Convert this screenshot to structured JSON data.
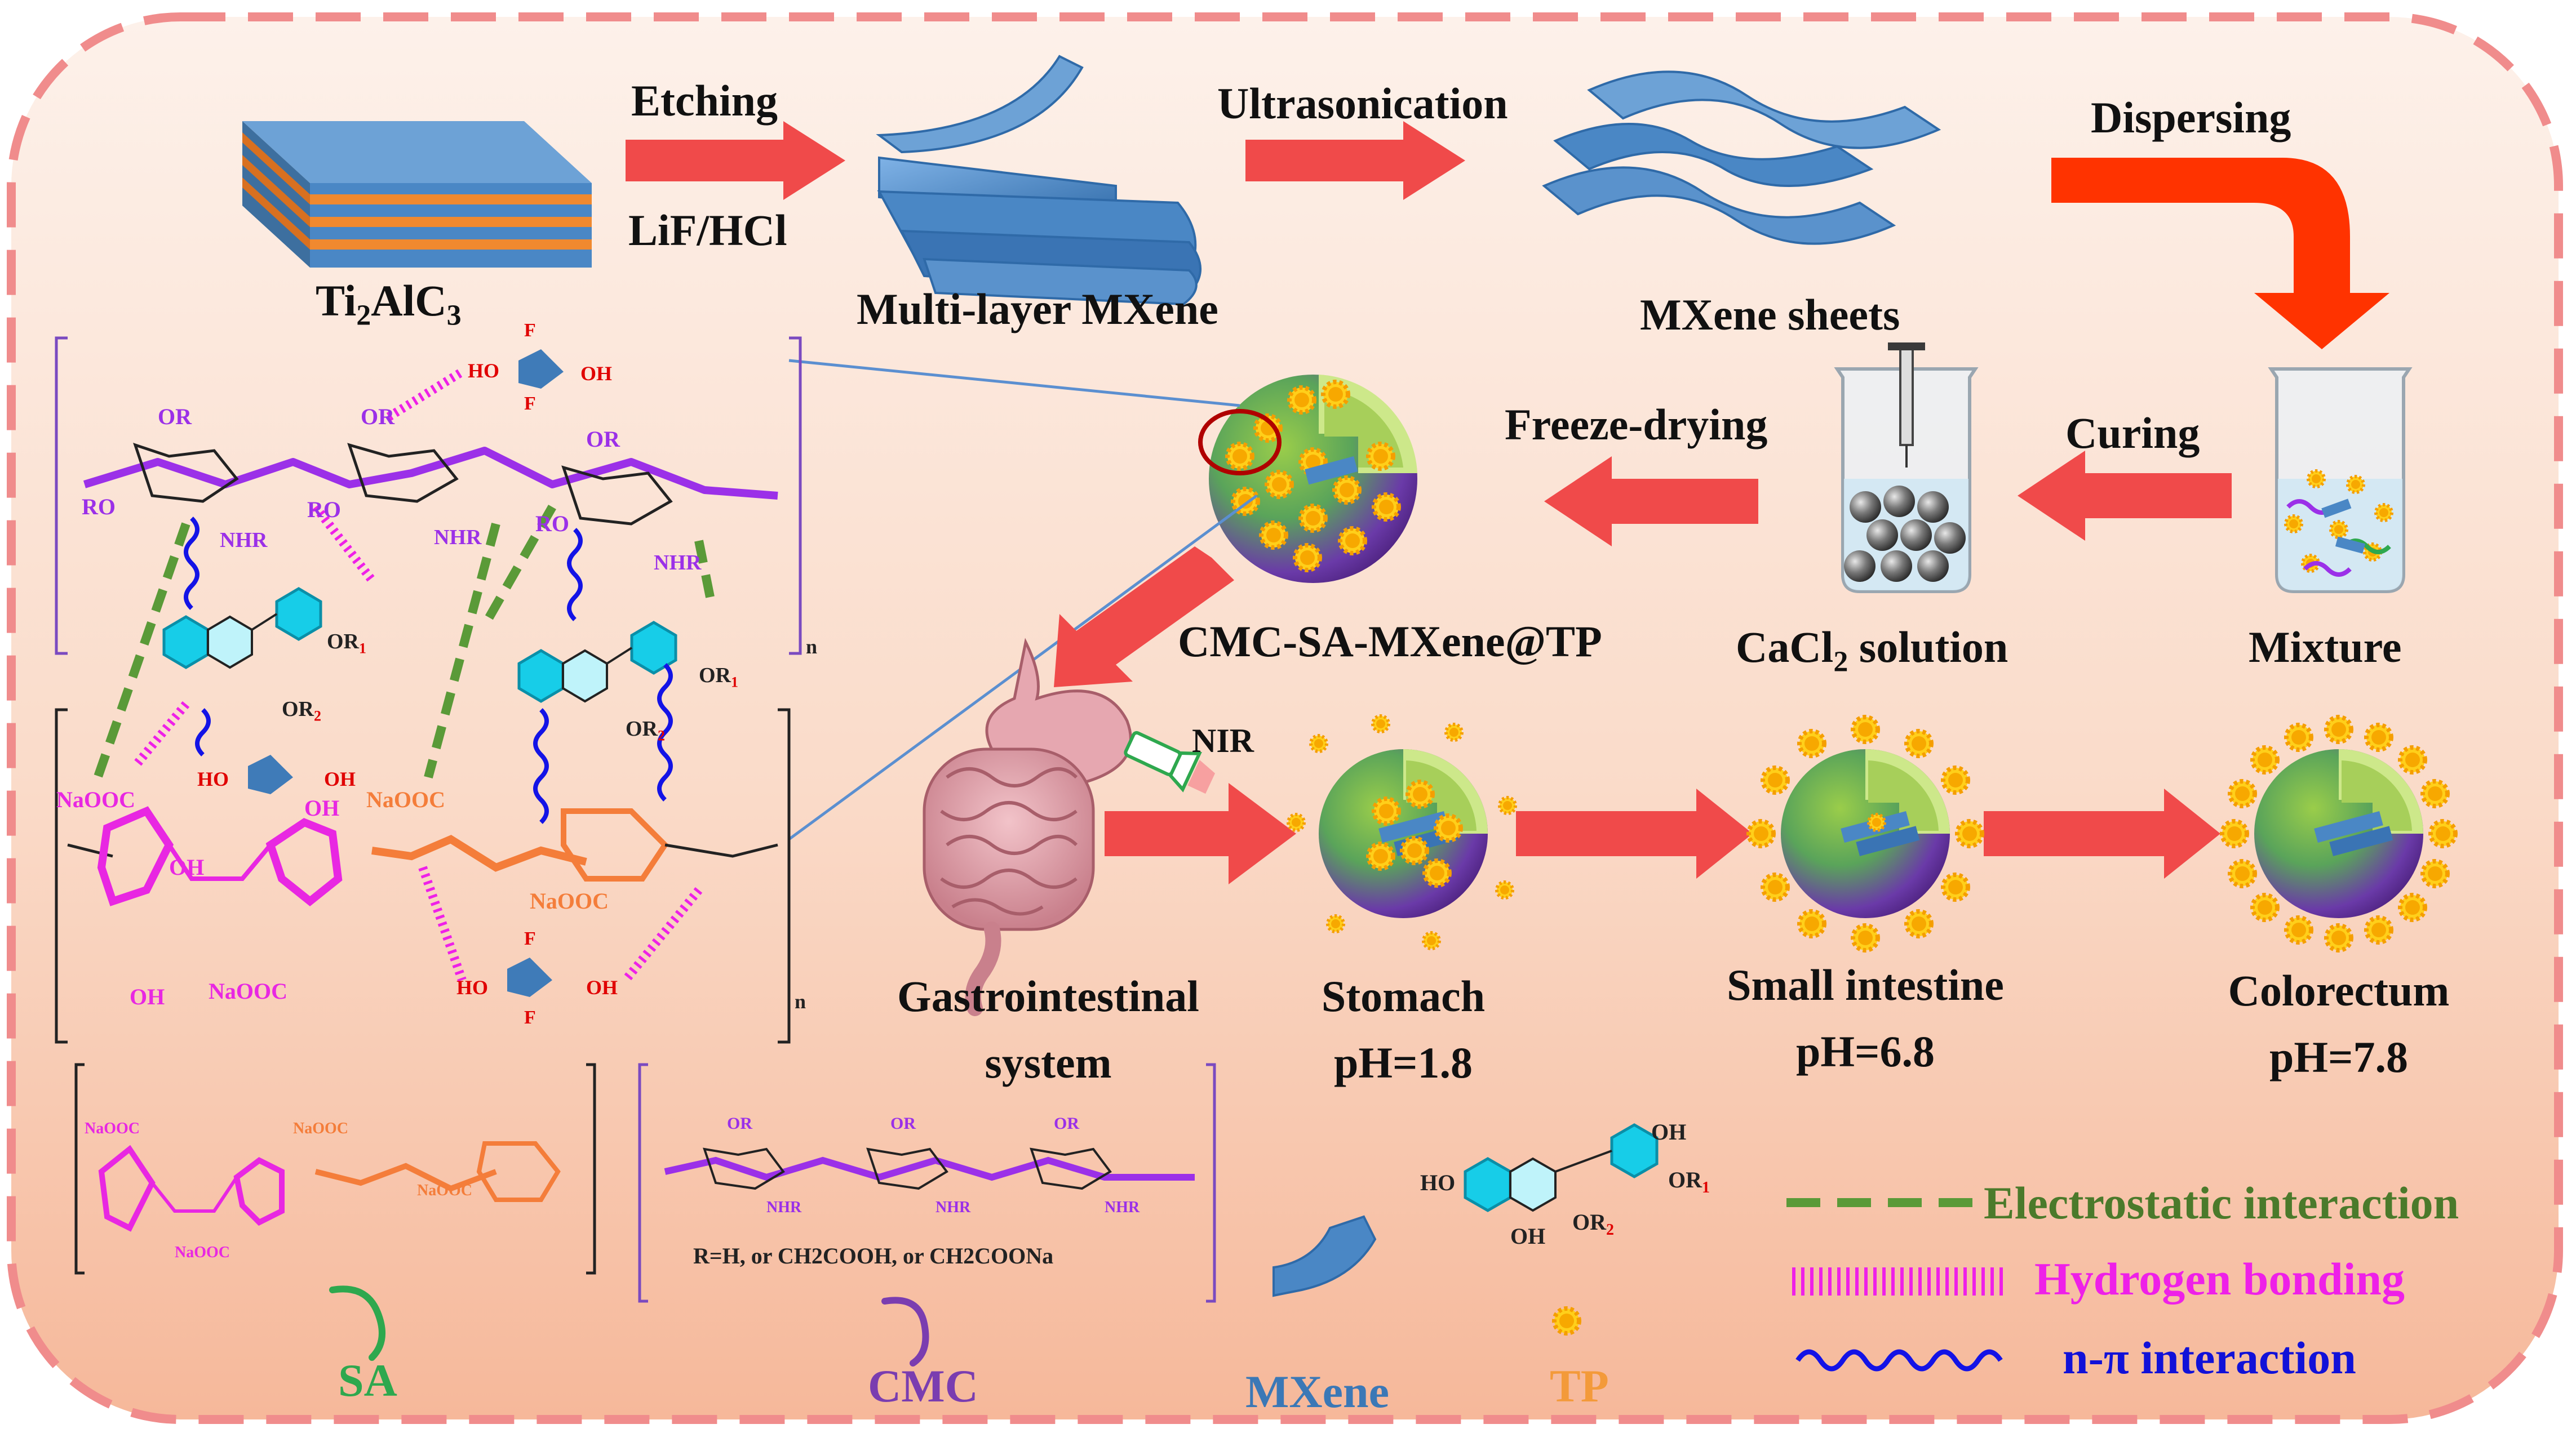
{
  "steps": {
    "ti2alc3": {
      "pre": "Ti",
      "sub1": "2",
      "mid": "AlC",
      "sub2": "3"
    },
    "etching": "Etching",
    "lif_hcl": "LiF/HCl",
    "multilayer": "Multi-layer MXene",
    "ultrasonication": "Ultrasonication",
    "mxene_sheets": "MXene sheets",
    "dispersing": "Dispersing",
    "mixture": "Mixture",
    "curing": "Curing",
    "cacl2": {
      "pre": "CaCl",
      "sub": "2",
      "post": " solution"
    },
    "freeze_drying": "Freeze-drying",
    "product": "CMC-SA-MXene@TP"
  },
  "gi": {
    "system_line1": "Gastrointestinal",
    "system_line2": "system",
    "nir": "NIR",
    "stomach": "Stomach",
    "stomach_ph": "pH=1.8",
    "small_intestine": "Small intestine",
    "small_intestine_ph": "pH=6.8",
    "colorectum": "Colorectum",
    "colorectum_ph": "pH=7.8"
  },
  "chem": {
    "or": "OR",
    "ro": "RO",
    "nhr": "NHR",
    "ho": "HO",
    "oh": "OH",
    "f": "F",
    "naooc": "NaOOC",
    "or1": "OR",
    "r1": "1",
    "or2": "OR",
    "r2": "2",
    "n": "n",
    "r_def": "R=H, or CH2COOH, or CH2COONa"
  },
  "legend": {
    "sa": "SA",
    "cmc": "CMC",
    "mxene": "MXene",
    "tp": "TP",
    "electrostatic": "Electrostatic interaction",
    "hbond": "Hydrogen bonding",
    "npi": "n-π interaction"
  },
  "colors": {
    "border": "#f08c8c",
    "bg_top": "#fdf1ea",
    "bg_bottom": "#f6b89a",
    "arrow": "#f04a4a",
    "arrow_big": "#ff3300",
    "mxene_blue": "#4a87c5",
    "orange_layer": "#f0892f",
    "cmc_purple": "#9b30e8",
    "sa_magenta": "#e827e2",
    "sa_orange": "#f47d3a",
    "flavan_cyan": "#17cde8",
    "green": "#5a9a38",
    "blue_wave": "#1313e6",
    "tp_gold": "#f7b500",
    "legend_sa": "#2ea84e",
    "legend_cmc": "#7a3db0",
    "legend_mxene": "#3b78b6",
    "legend_tp": "#f39a3a",
    "legend_e": "#4b7a2b",
    "legend_h": "#ee20e8",
    "legend_n": "#1111d8"
  }
}
